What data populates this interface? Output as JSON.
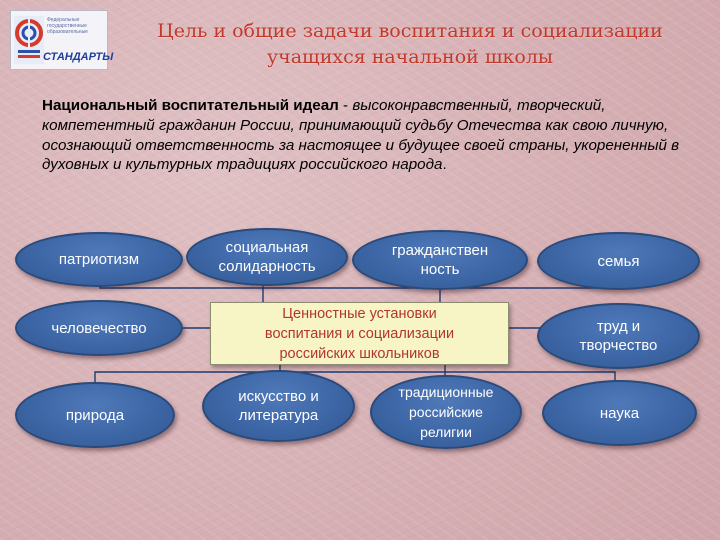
{
  "logo": {
    "lines": [
      "Федеральные",
      "государственные",
      "образовательные"
    ],
    "word": "СТАНДАРТЫ"
  },
  "title": {
    "line1": "Цель и общие задачи воспитания и социализации",
    "line2": "учащихся начальной школы"
  },
  "ideal": {
    "term": "Национальный воспитательный идеал",
    "separator": " - ",
    "definition": "высоконравственный, творческий, компетентный гражданин России, принимающий судьбу Отечества как свою личную, осознающий ответственность за настоящее и будущее своей страны, укорененный в духовных и культурных традициях российского народа",
    "end": "."
  },
  "center_box": {
    "line1": "Ценностные установки",
    "line2": "воспитания и социализации",
    "line3": "российских школьников"
  },
  "values": {
    "patriotism": "патриотизм",
    "social_solidarity_1": "социальная",
    "social_solidarity_2": "солидарность",
    "citizenship_1": "гражданствен",
    "citizenship_2": "ность",
    "family": "семья",
    "humanity": "человечество",
    "work_1": "труд и",
    "work_2": "творчество",
    "nature": "природа",
    "art_1": "искусство и",
    "art_2": "литература",
    "religion_1": "традиционные",
    "religion_2": "российские",
    "religion_3": "религии",
    "science": "наука"
  },
  "colors": {
    "background": "#d9b6ba",
    "oval_fill": "#3d66a6",
    "center_fill": "#f7f5c6",
    "title": "#c0392b",
    "center_text": "#b0362d"
  }
}
